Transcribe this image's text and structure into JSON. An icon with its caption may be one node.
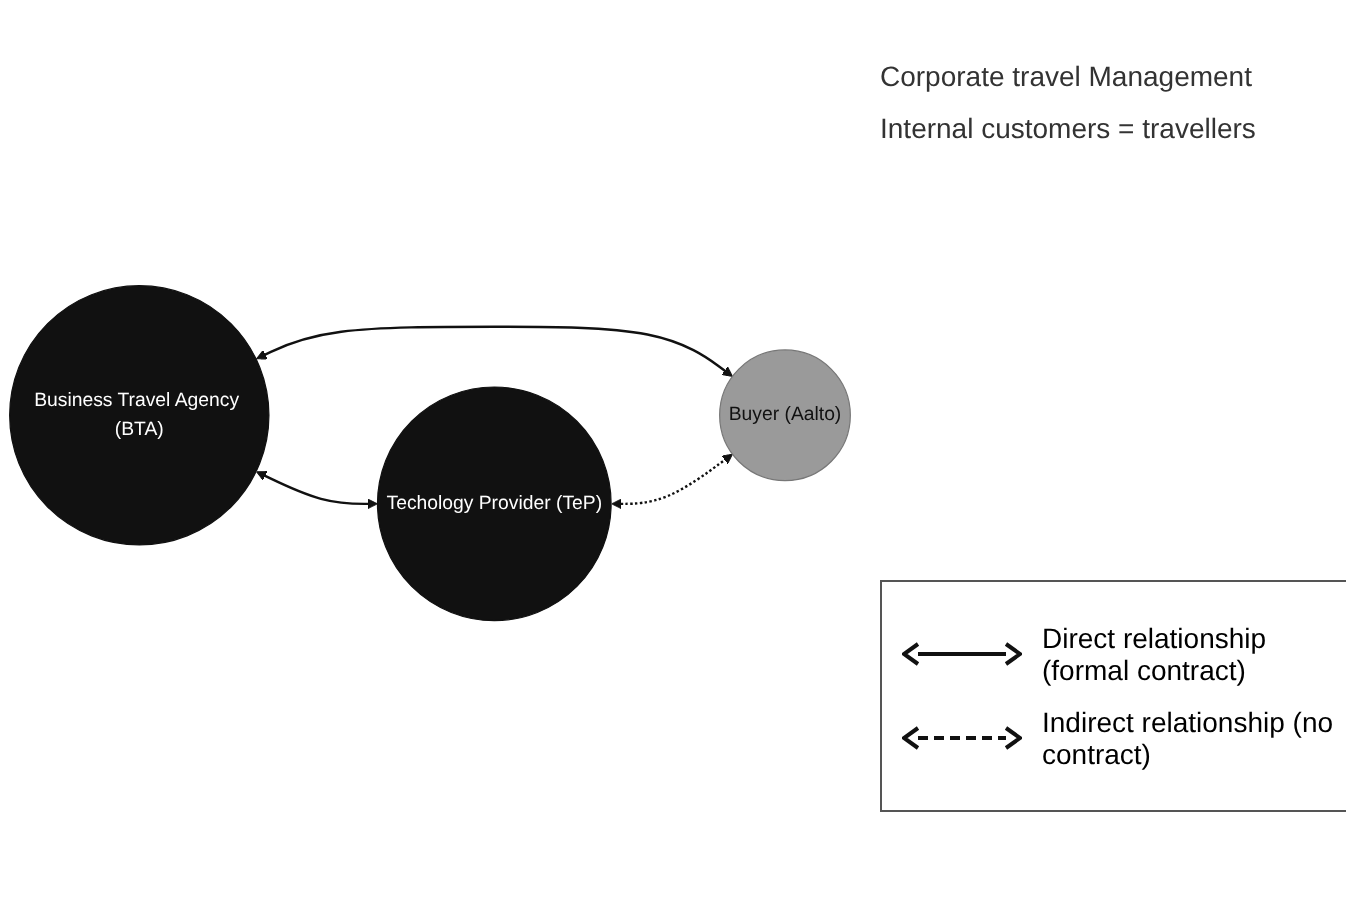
{
  "diagram": {
    "nodes": [
      {
        "text": [
          "Business Travel Agency (BTA)"
        ]
      },
      {
        "text": [
          "Buyer (Aalto)"
        ],
        "beside": [
          "Corporate travel Management",
          "Internal customers = travellers"
        ]
      },
      {
        "text": [
          "Techology Provider (TeP)"
        ]
      }
    ],
    "edges": [
      {
        "from": 0,
        "to": 1,
        "arrow": "both"
      },
      {
        "from": 0,
        "to": 2,
        "arrow": "both"
      },
      {
        "from": 2,
        "to": 1,
        "arrow": "both",
        "style": "dashed"
      }
    ],
    "legend": [
      {
        "text": "Direct relationship (formal contract)"
      },
      {
        "text": "Indirect relationship (no contract)"
      }
    ]
  }
}
